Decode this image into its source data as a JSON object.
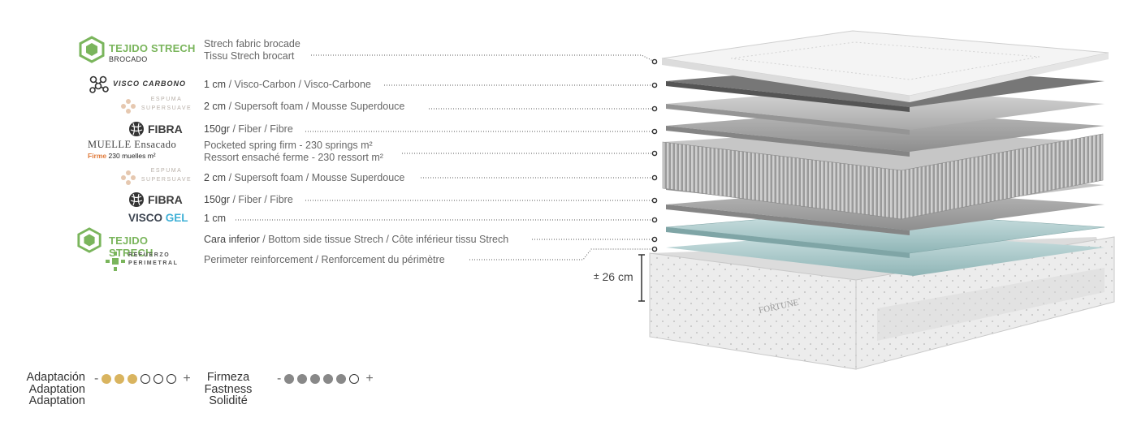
{
  "logos": {
    "tejido_brocado": {
      "title": "TEJIDO STRECH",
      "sub": "BROCADO"
    },
    "visco_carbono": "VISCO CARBONO",
    "espuma_1": {
      "top": "ESPUMA",
      "bottom": "SUPERSUAVE"
    },
    "fibra_1": "FIBRA",
    "muelle": {
      "title": "MUELLE Ensacado",
      "firm": "Firme",
      "detail": "230 muelles m²"
    },
    "espuma_2": {
      "top": "ESPUMA",
      "bottom": "SUPERSUAVE"
    },
    "fibra_2": "FIBRA",
    "visco_gel": {
      "a": "VISCO",
      "b": "GEL"
    },
    "tejido_strech": "TEJIDO STRECH",
    "refuerzo": {
      "top": "REFUERZO",
      "bottom": "PERIMETRAL"
    }
  },
  "layers": {
    "l1": {
      "line1": "Strech fabric brocade",
      "line2": "Tissu Strech brocart"
    },
    "l2": {
      "value": "1 cm",
      "text": " / Visco-Carbon / Visco-Carbone"
    },
    "l3": {
      "value": "2 cm",
      "text": " / Supersoft foam / Mousse Superdouce"
    },
    "l4": {
      "value": "150gr",
      "text": " / Fiber / Fibre"
    },
    "l5": {
      "line1": "Pocketed spring firm  - 230 springs m²",
      "line2": "Ressort ensaché ferme - 230 ressort  m²"
    },
    "l6": {
      "value": "2 cm",
      "text": " / Supersoft foam / Mousse Superdouce"
    },
    "l7": {
      "value": "150gr",
      "text": " / Fiber / Fibre"
    },
    "l8": {
      "value": "1 cm"
    },
    "l9": {
      "value": "Cara inferior",
      "text": " / Bottom side tissue Strech / Côte inférieur tissu Strech"
    },
    "l10": {
      "text": "Perimeter reinforcement / Renforcement du périmètre"
    }
  },
  "height": "26 cm",
  "height_symbol": "±",
  "mattress_brand": "FORTUNE",
  "ratings": {
    "adaptacion": {
      "labels": [
        "Adaptación",
        "Adaptation",
        "Adaptation"
      ],
      "minus": "-",
      "plus": "+",
      "filled": 3,
      "total": 6,
      "color": "#d9b45f"
    },
    "firmeza": {
      "labels": [
        "Firmeza",
        "Fastness",
        "Solidité"
      ],
      "minus": "-",
      "plus": "+",
      "filled": 5,
      "total": 6,
      "color": "#888888"
    }
  },
  "colors": {
    "green": "#7ab55c",
    "gold": "#d9b45f",
    "grey": "#888888",
    "gel": "#3fb0d6",
    "muelle_firm": "#e07a3a"
  }
}
